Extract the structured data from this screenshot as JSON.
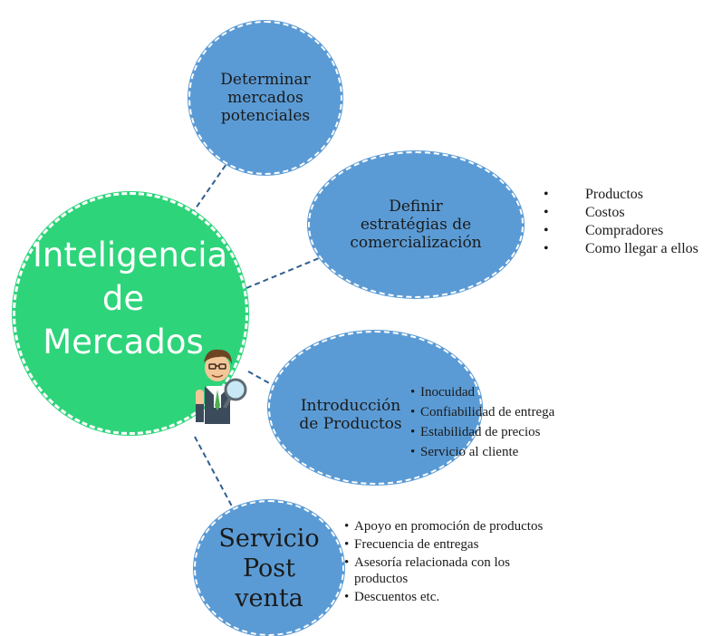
{
  "center": {
    "line1": "Inteligencia",
    "line2": "de Mercados"
  },
  "nodes": {
    "determinar": {
      "lines": [
        "Determinar",
        "mercados",
        "potenciales"
      ]
    },
    "definir": {
      "lines": [
        "Definir",
        "estratégias de",
        "comercialización"
      ]
    },
    "introduccion": {
      "lines": [
        "Introducción",
        "de Productos"
      ]
    },
    "servicio": {
      "lines": [
        "Servicio",
        "Post",
        "venta"
      ]
    }
  },
  "lists": {
    "definir": [
      "Productos",
      "Costos",
      "Compradores",
      "Como llegar a ellos"
    ],
    "introduccion": [
      "Inocuidad",
      "Confiabilidad de entrega",
      "Estabilidad de precios",
      "Servicio al cliente"
    ],
    "servicio": [
      "Apoyo en promoción de productos",
      "Frecuencia de entregas",
      "Asesoría relacionada con los productos",
      "Descuentos etc."
    ]
  },
  "colors": {
    "center": "#2ed47a",
    "node": "#5b9bd5",
    "connector": "#2e5f8f"
  },
  "icons": {
    "character": "businessman-with-magnifier-icon"
  }
}
